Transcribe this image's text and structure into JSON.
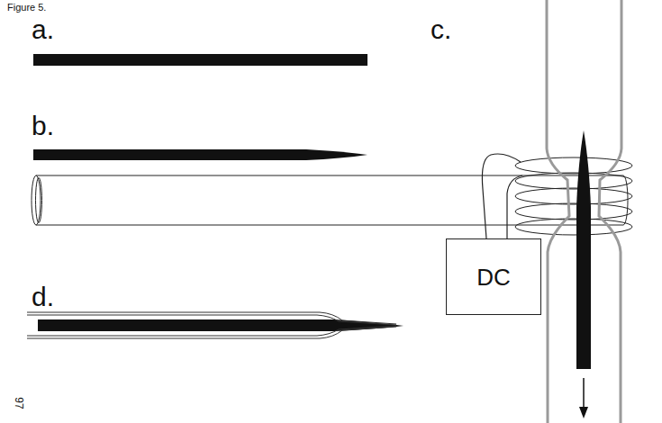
{
  "diagram": {
    "title": "Figure 5.",
    "nodes": [
      {
        "text": [
          "DC"
        ]
      }
    ],
    "edges": [],
    "labels": [
      "a.",
      "b.",
      "c.",
      "d.",
      "97"
    ]
  }
}
